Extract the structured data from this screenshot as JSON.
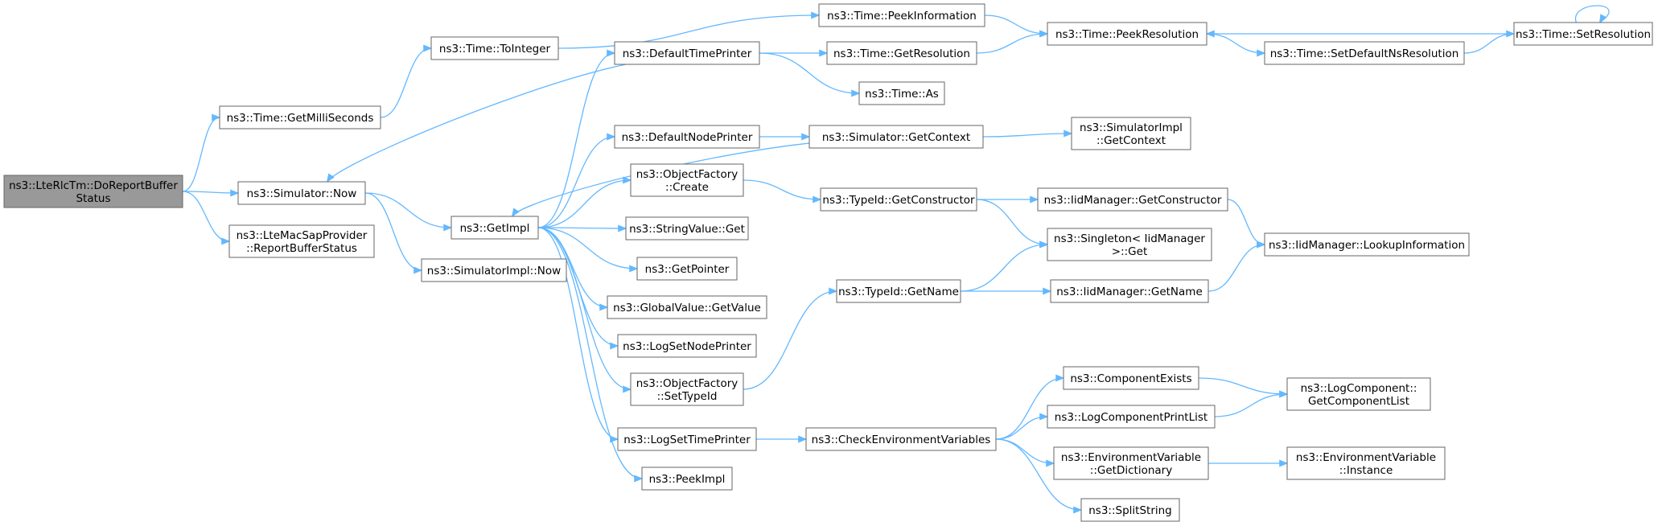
{
  "title": "",
  "colors": {
    "edge": "#63b8ff",
    "root_fill": "#999999",
    "node_fill": "#ffffff",
    "border": "#666666"
  },
  "nodes": [
    {
      "id": "root",
      "lines": [
        "ns3::LteRlcTm::DoReportBuffer",
        "Status"
      ],
      "root": true
    },
    {
      "id": "getmilli",
      "lines": [
        "ns3::Time::GetMilliSeconds"
      ]
    },
    {
      "id": "simnow",
      "lines": [
        "ns3::Simulator::Now"
      ]
    },
    {
      "id": "lmsp",
      "lines": [
        "ns3::LteMacSapProvider",
        "::ReportBufferStatus"
      ]
    },
    {
      "id": "tointeger",
      "lines": [
        "ns3::Time::ToInteger"
      ]
    },
    {
      "id": "getimpl",
      "lines": [
        "ns3::GetImpl"
      ]
    },
    {
      "id": "simimplnow",
      "lines": [
        "ns3::SimulatorImpl::Now"
      ]
    },
    {
      "id": "deftime",
      "lines": [
        "ns3::DefaultTimePrinter"
      ]
    },
    {
      "id": "defnode",
      "lines": [
        "ns3::DefaultNodePrinter"
      ]
    },
    {
      "id": "ofcreate",
      "lines": [
        "ns3::ObjectFactory",
        "::Create"
      ]
    },
    {
      "id": "strget",
      "lines": [
        "ns3::StringValue::Get"
      ]
    },
    {
      "id": "getpointer",
      "lines": [
        "ns3::GetPointer"
      ]
    },
    {
      "id": "gvgetvalue",
      "lines": [
        "ns3::GlobalValue::GetValue"
      ]
    },
    {
      "id": "logsetnode",
      "lines": [
        "ns3::LogSetNodePrinter"
      ]
    },
    {
      "id": "ofsettype",
      "lines": [
        "ns3::ObjectFactory",
        "::SetTypeId"
      ]
    },
    {
      "id": "logsettime",
      "lines": [
        "ns3::LogSetTimePrinter"
      ]
    },
    {
      "id": "peekimpl",
      "lines": [
        "ns3::PeekImpl"
      ]
    },
    {
      "id": "peekinfo",
      "lines": [
        "ns3::Time::PeekInformation"
      ]
    },
    {
      "id": "getres",
      "lines": [
        "ns3::Time::GetResolution"
      ]
    },
    {
      "id": "timeas",
      "lines": [
        "ns3::Time::As"
      ]
    },
    {
      "id": "simgetctx",
      "lines": [
        "ns3::Simulator::GetContext"
      ]
    },
    {
      "id": "tidgetctor",
      "lines": [
        "ns3::TypeId::GetConstructor"
      ]
    },
    {
      "id": "tidgetname",
      "lines": [
        "ns3::TypeId::GetName"
      ]
    },
    {
      "id": "checkenv",
      "lines": [
        "ns3::CheckEnvironmentVariables"
      ]
    },
    {
      "id": "peekres",
      "lines": [
        "ns3::Time::PeekResolution"
      ]
    },
    {
      "id": "setdefns",
      "lines": [
        "ns3::Time::SetDefaultNsResolution"
      ]
    },
    {
      "id": "setres",
      "lines": [
        "ns3::Time::SetResolution"
      ]
    },
    {
      "id": "simimplgetctx",
      "lines": [
        "ns3::SimulatorImpl",
        "::GetContext"
      ]
    },
    {
      "id": "iidgetctor",
      "lines": [
        "ns3::IidManager::GetConstructor"
      ]
    },
    {
      "id": "singleton",
      "lines": [
        "ns3::Singleton< IidManager",
        ">::Get"
      ]
    },
    {
      "id": "iidgetname",
      "lines": [
        "ns3::IidManager::GetName"
      ]
    },
    {
      "id": "iidlookup",
      "lines": [
        "ns3::IidManager::LookupInformation"
      ]
    },
    {
      "id": "compexists",
      "lines": [
        "ns3::ComponentExists"
      ]
    },
    {
      "id": "logcompprint",
      "lines": [
        "ns3::LogComponentPrintList"
      ]
    },
    {
      "id": "envgetdict",
      "lines": [
        "ns3::EnvironmentVariable",
        "::GetDictionary"
      ]
    },
    {
      "id": "splitstring",
      "lines": [
        "ns3::SplitString"
      ]
    },
    {
      "id": "logcompgetlist",
      "lines": [
        "ns3::LogComponent::",
        "GetComponentList"
      ]
    },
    {
      "id": "envinstance",
      "lines": [
        "ns3::EnvironmentVariable",
        "::Instance"
      ]
    }
  ],
  "edges": [
    [
      "root",
      "getmilli"
    ],
    [
      "root",
      "simnow"
    ],
    [
      "root",
      "lmsp"
    ],
    [
      "getmilli",
      "tointeger"
    ],
    [
      "tointeger",
      "peekinfo"
    ],
    [
      "simnow",
      "getimpl"
    ],
    [
      "simnow",
      "simimplnow"
    ],
    [
      "deftime",
      "simnow"
    ],
    [
      "getimpl",
      "deftime"
    ],
    [
      "getimpl",
      "defnode"
    ],
    [
      "getimpl",
      "ofcreate"
    ],
    [
      "getimpl",
      "strget"
    ],
    [
      "getimpl",
      "getpointer"
    ],
    [
      "getimpl",
      "gvgetvalue"
    ],
    [
      "getimpl",
      "logsetnode"
    ],
    [
      "getimpl",
      "ofsettype"
    ],
    [
      "getimpl",
      "logsettime"
    ],
    [
      "getimpl",
      "peekimpl"
    ],
    [
      "simgetctx",
      "getimpl"
    ],
    [
      "deftime",
      "getres"
    ],
    [
      "deftime",
      "timeas"
    ],
    [
      "peekinfo",
      "peekres"
    ],
    [
      "getres",
      "peekres"
    ],
    [
      "peekres",
      "setdefns"
    ],
    [
      "setdefns",
      "setres"
    ],
    [
      "setres",
      "peekres"
    ],
    [
      "setres",
      "setres"
    ],
    [
      "defnode",
      "simgetctx"
    ],
    [
      "simgetctx",
      "simimplgetctx"
    ],
    [
      "ofcreate",
      "tidgetctor"
    ],
    [
      "tidgetctor",
      "iidgetctor"
    ],
    [
      "tidgetctor",
      "singleton"
    ],
    [
      "iidgetctor",
      "iidlookup"
    ],
    [
      "ofsettype",
      "tidgetname"
    ],
    [
      "tidgetname",
      "singleton"
    ],
    [
      "tidgetname",
      "iidgetname"
    ],
    [
      "iidgetname",
      "iidlookup"
    ],
    [
      "logsettime",
      "checkenv"
    ],
    [
      "checkenv",
      "compexists"
    ],
    [
      "checkenv",
      "logcompprint"
    ],
    [
      "checkenv",
      "envgetdict"
    ],
    [
      "checkenv",
      "splitstring"
    ],
    [
      "compexists",
      "logcompgetlist"
    ],
    [
      "logcompprint",
      "logcompgetlist"
    ],
    [
      "envgetdict",
      "envinstance"
    ]
  ]
}
